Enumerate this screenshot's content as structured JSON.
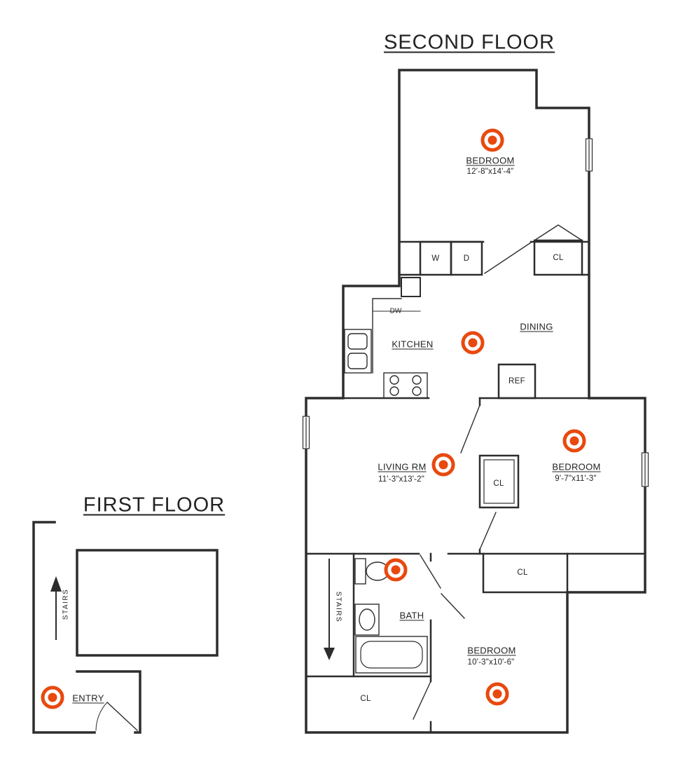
{
  "second_floor": {
    "title": "SECOND FLOOR",
    "bedroom_top": {
      "name": "BEDROOM",
      "dims": "12'-8\"x14'-4\""
    },
    "washer": "W",
    "dryer": "D",
    "closet_top": "CL",
    "dishwasher": "DW",
    "kitchen": {
      "name": "KITCHEN"
    },
    "dining": {
      "name": "DINING"
    },
    "refrigerator": "REF",
    "living_room": {
      "name": "LIVING RM",
      "dims": "11'-3\"x13'-2\""
    },
    "bedroom_right": {
      "name": "BEDROOM",
      "dims": "9'-7\"x11'-3\""
    },
    "closet_middle": "CL",
    "closet_hall": "CL",
    "bath": {
      "name": "BATH"
    },
    "stairs": "STAIRS",
    "bedroom_bottom": {
      "name": "BEDROOM",
      "dims": "10'-3\"x10'-6\""
    },
    "closet_bottom": "CL"
  },
  "first_floor": {
    "title": "FIRST FLOOR",
    "stairs": "STAIRS",
    "entry": {
      "name": "ENTRY"
    }
  },
  "markers": {
    "color": "#E8490F",
    "locations": [
      "second-floor-bedroom-top",
      "second-floor-dining",
      "second-floor-bedroom-right",
      "second-floor-living-room",
      "second-floor-bath",
      "second-floor-bedroom-bottom",
      "first-floor-entry"
    ]
  }
}
